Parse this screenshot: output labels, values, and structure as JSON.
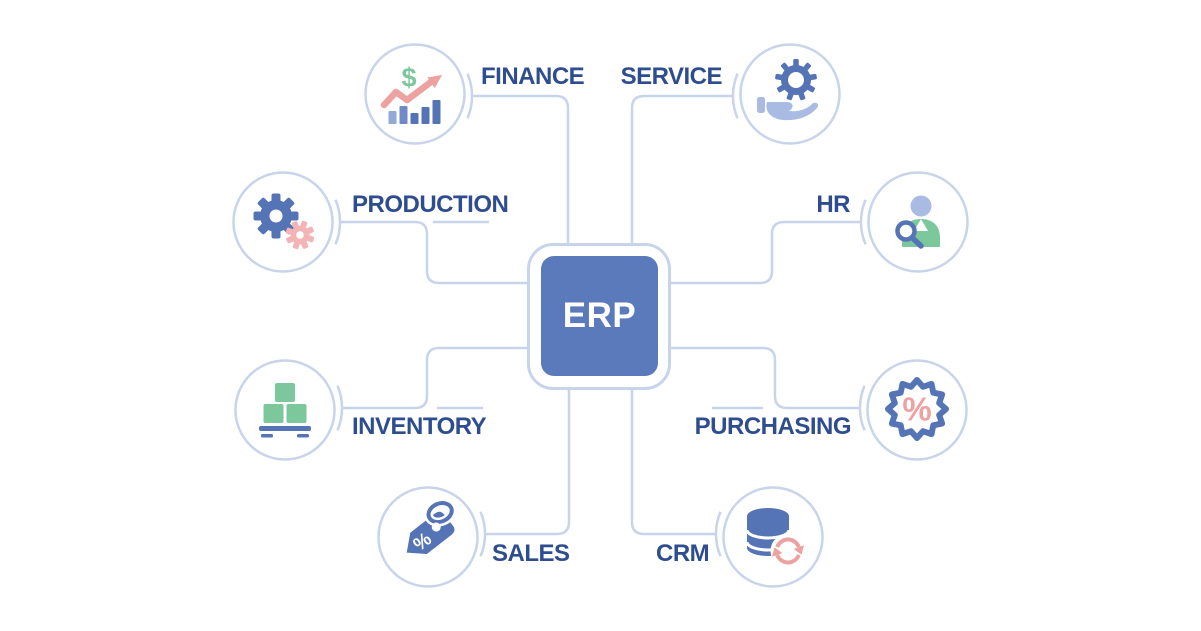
{
  "center": {
    "label": "ERP"
  },
  "modules": [
    {
      "id": "finance",
      "label": "FINANCE",
      "icon": "growth-chart-dollar-icon",
      "position": "top-left"
    },
    {
      "id": "service",
      "label": "SERVICE",
      "icon": "hand-holding-gear-icon",
      "position": "top-right"
    },
    {
      "id": "production",
      "label": "PRODUCTION",
      "icon": "gears-icon",
      "position": "upper-left"
    },
    {
      "id": "hr",
      "label": "HR",
      "icon": "employee-search-icon",
      "position": "upper-right"
    },
    {
      "id": "inventory",
      "label": "INVENTORY",
      "icon": "stacked-boxes-pallet-icon",
      "position": "lower-left"
    },
    {
      "id": "purchasing",
      "label": "PURCHASING",
      "icon": "discount-badge-icon",
      "position": "lower-right"
    },
    {
      "id": "sales",
      "label": "SALES",
      "icon": "price-tag-icon",
      "position": "bottom-left"
    },
    {
      "id": "crm",
      "label": "CRM",
      "icon": "database-sync-icon",
      "position": "bottom-right"
    }
  ],
  "colors": {
    "background": "#ffffff",
    "line": "#c8d4ea",
    "label_text": "#2e4d8f",
    "erp_box": "#5b7abc",
    "erp_text": "#ffffff",
    "icon_blue": "#5574b6",
    "icon_blue_light": "#93a9d6",
    "icon_blue_medium": "#7189c5",
    "salmon": "#eda1a1",
    "salmon_light": "#f2b4b4",
    "green": "#7cc79b",
    "periwinkle": "#a9bbe2"
  }
}
